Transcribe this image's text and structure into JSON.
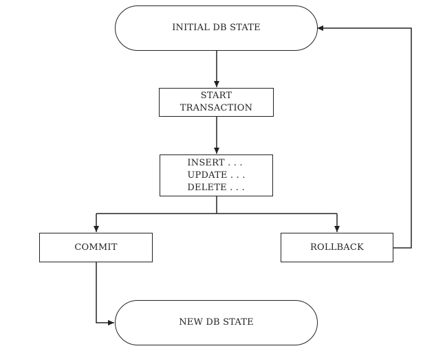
{
  "nodes": {
    "initial_state": "INITIAL DB STATE",
    "start_transaction": [
      "START",
      "TRANSACTION"
    ],
    "operations": [
      "INSERT . . .",
      "UPDATE . . .",
      "DELETE . . ."
    ],
    "commit": "COMMIT",
    "rollback": "ROLLBACK",
    "new_state": "NEW DB STATE"
  },
  "colors": {
    "stroke": "#222222",
    "background": "#ffffff"
  }
}
